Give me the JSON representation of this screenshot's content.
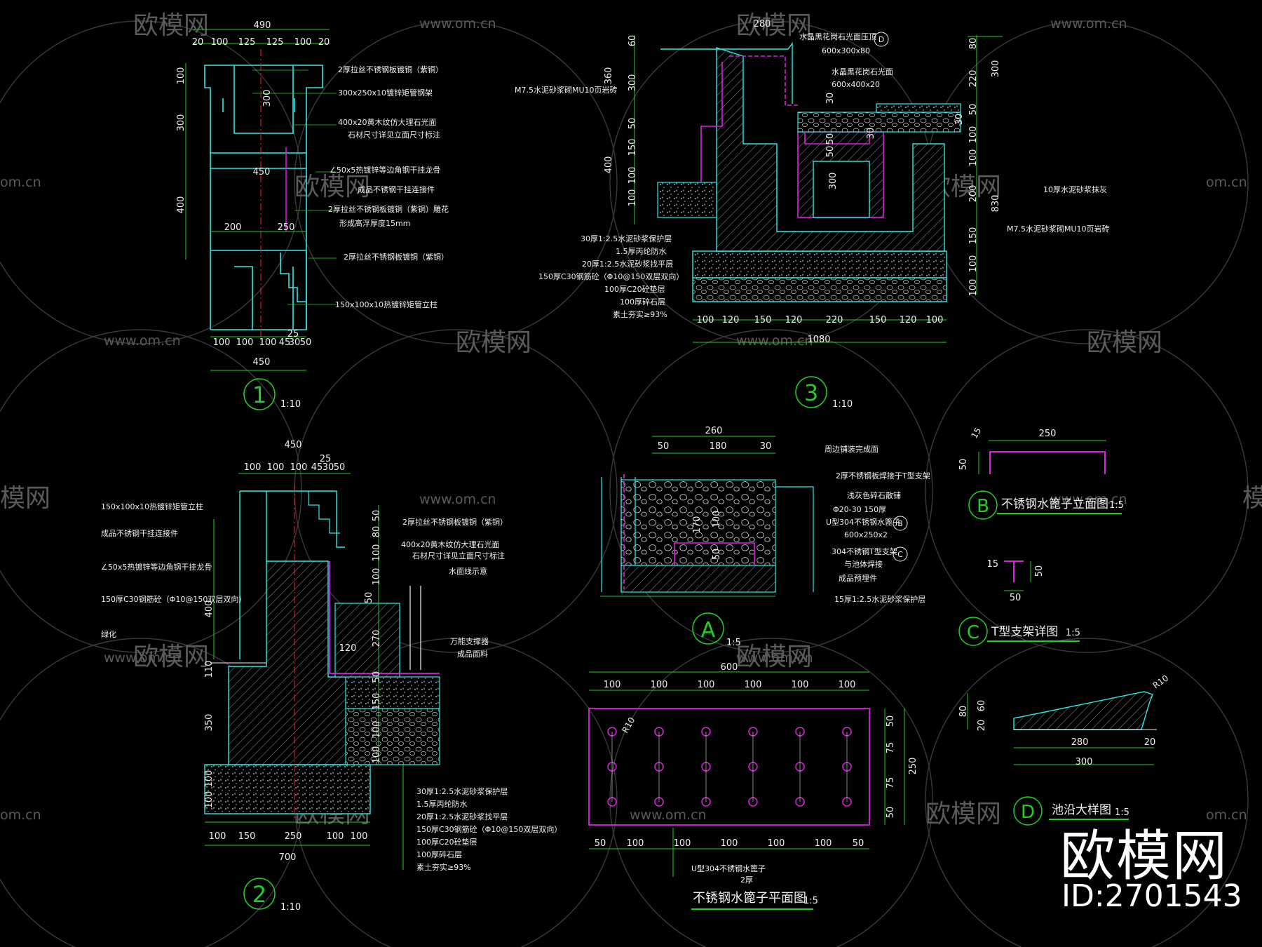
{
  "sheet": {
    "watermark_site": "www.om.cn",
    "watermark_logo": "欧模网",
    "watermark_short": "om.cn",
    "watermark_partial": "模网",
    "brand_logo": "欧模网",
    "brand_id": "ID:2701543",
    "colors": {
      "bg": "#000000",
      "outline": "#33e8e8",
      "dim": "#20d020",
      "text": "#f0f0f0",
      "accent": "#e020e0",
      "red": "#ff2020",
      "hatch": "#e0e0e0"
    }
  },
  "d1": {
    "num": "1",
    "scale": "1:10",
    "dims_top": [
      "490",
      "20",
      "100",
      "125",
      "125",
      "100",
      "20"
    ],
    "dims_left": [
      "100",
      "300",
      "400"
    ],
    "inner": [
      "300",
      "450",
      "200",
      "250"
    ],
    "dims_bottom": [
      "25",
      "100",
      "100",
      "100",
      "45",
      "30",
      "50",
      "450"
    ],
    "notes": [
      "2厚拉丝不锈钢板镀铜（紫铜）",
      "300x250x10镀锌矩管钢架",
      "400x20黄木纹仿大理石光面",
      "石材尺寸详见立面尺寸标注",
      "∠50x5热镀锌等边角钢干挂龙骨",
      "成品不锈钢干挂连接件",
      "2厚拉丝不锈钢板镀铜（紫铜）雕花",
      "形成高浮厚度15mm",
      "2厚拉丝不锈钢板镀铜（紫铜）",
      "150x100x10热镀锌矩管立柱"
    ]
  },
  "d2": {
    "num": "2",
    "scale": "1:10",
    "dims_top": [
      "450",
      "25",
      "100",
      "100",
      "100",
      "45",
      "30",
      "50"
    ],
    "dims_left": [
      "400",
      "110",
      "350",
      "100",
      "100"
    ],
    "dims_right": [
      "50",
      "80",
      "100",
      "100",
      "50",
      "270",
      "50",
      "150",
      "100",
      "100"
    ],
    "inner": [
      "120"
    ],
    "dims_bottom": [
      "100",
      "150",
      "250",
      "100",
      "100",
      "700"
    ],
    "notes_left": [
      "150x100x10热镀锌矩管立柱",
      "成品不锈钢干挂连接件",
      "∠50x5热镀锌等边角钢干挂龙骨",
      "150厚C30钢筋砼（Φ10@150双层双向）",
      "绿化"
    ],
    "notes_right": [
      "2厚拉丝不锈钢板镀铜（紫铜）",
      "400x20黄木纹仿大理石光面",
      "石材尺寸详见立面尺寸标注",
      "水面线示意",
      "万能支撑器",
      "成品面料"
    ],
    "notes_bottom": [
      "30厚1:2.5水泥砂浆保护层",
      "1.5厚丙纶防水",
      "20厚1:2.5水泥砂浆找平层",
      "150厚C30钢筋砼（Φ10@150双层双向）",
      "100厚C20砼垫层",
      "100厚碎石层",
      "素土夯实≥93%"
    ]
  },
  "d3": {
    "num": "3",
    "scale": "1:10",
    "dim_top": "280",
    "dims_left": [
      "60",
      "300",
      "360",
      "50",
      "150",
      "400",
      "100",
      "100"
    ],
    "dims_inner": [
      "30",
      "50",
      "300",
      "50",
      "30"
    ],
    "dims_right": [
      "80",
      "300",
      "220",
      "50",
      "30",
      "100",
      "100",
      "200",
      "830",
      "150",
      "100",
      "100"
    ],
    "dims_bottom": [
      "100",
      "120",
      "150",
      "120",
      "220",
      "150",
      "120",
      "100",
      "1080"
    ],
    "tag": "D",
    "notes_top": [
      "水晶黑花岗石光面压顶",
      "600x300x80",
      "水晶黑花岗石光面",
      "600x400x20"
    ],
    "notes_left": [
      "M7.5水泥砂浆砌MU10页岩砖",
      "30厚1:2.5水泥砂浆保护层",
      "1.5厚丙纶防水",
      "20厚1:2.5水泥砂浆找平层",
      "150厚C30钢筋砼（Φ10@150双层双向）",
      "100厚C20砼垫层",
      "100厚碎石层",
      "素土夯实≥93%"
    ],
    "notes_right": [
      "10厚水泥砂浆抹灰",
      "M7.5水泥砂浆砌MU10页岩砖"
    ]
  },
  "dA": {
    "label": "A",
    "scale": "1:5",
    "dims_top": [
      "260",
      "50",
      "180",
      "30"
    ],
    "dims_inner": [
      "170",
      "100",
      "50"
    ],
    "tags": [
      "B",
      "C"
    ],
    "notes": [
      "周边铺装完成面",
      "2厚不锈钢板焊接于T型支架",
      "浅灰色碎石散铺",
      "Φ20-30  150厚",
      "U型304不锈钢水篦子",
      "600x250x2",
      "304不锈钢T型支架",
      "与池体焊接",
      "成品预埋件",
      "15厚1:2.5水泥砂浆保护层"
    ]
  },
  "dB": {
    "label": "B",
    "title": "不锈钢水篦子立面图",
    "scale": "1:5",
    "dims": [
      "250",
      "15",
      "50"
    ]
  },
  "dC": {
    "label": "C",
    "title": "T型支架详图",
    "scale": "1:5",
    "dims": [
      "15",
      "50",
      "50"
    ]
  },
  "dD": {
    "label": "D",
    "title": "池沿大样图",
    "scale": "1:5",
    "dims": [
      "R10",
      "80",
      "60",
      "20",
      "280",
      "20",
      "300"
    ]
  },
  "plan": {
    "title": "不锈钢水篦子平面图",
    "scale": "1:5",
    "dim_total": "600",
    "dims_top": [
      "100",
      "100",
      "100",
      "100",
      "100",
      "100"
    ],
    "dims_right": [
      "50",
      "75",
      "250",
      "75",
      "50"
    ],
    "dims_bottom": [
      "50",
      "100",
      "100",
      "100",
      "100",
      "100",
      "50"
    ],
    "hole": "R10",
    "note": [
      "U型304不锈钢水篦子",
      "2厚"
    ]
  }
}
